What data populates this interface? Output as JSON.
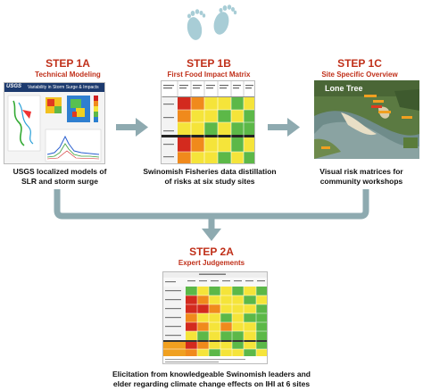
{
  "colors": {
    "accent": "#c0301a",
    "arrow": "#8eaab0",
    "footprint": "#a8cdd6",
    "heat_red": "#d32a1e",
    "heat_orange": "#f08a1c",
    "heat_yellow": "#f5e43a",
    "heat_green": "#5cb848",
    "usgs_bar": "#1c3a6e"
  },
  "icons": {
    "top": "footprints-icon"
  },
  "steps": [
    {
      "id": "1A",
      "title": "STEP 1A",
      "subtitle": "Technical Modeling",
      "image_header": "Variability in Storm Surge & Impacts",
      "caption_lines": [
        "USGS localized models of",
        "SLR and storm surge"
      ]
    },
    {
      "id": "1B",
      "title": "STEP 1B",
      "subtitle": "First Food Impact Matrix",
      "caption_lines": [
        "Swinomish Fisheries data distillation",
        "of risks at six study sites"
      ]
    },
    {
      "id": "1C",
      "title": "STEP 1C",
      "subtitle": "Site Specific Overview",
      "image_label": "Lone Tree",
      "caption_lines": [
        "Visual risk matrices for",
        "community workshops"
      ]
    },
    {
      "id": "2A",
      "title": "STEP 2A",
      "subtitle": "Expert Judgements",
      "caption_lines": [
        "Elicitation from knowledgeable Swinomish leaders and",
        "elder regarding climate change effects on IHI at 6 sites"
      ]
    }
  ]
}
